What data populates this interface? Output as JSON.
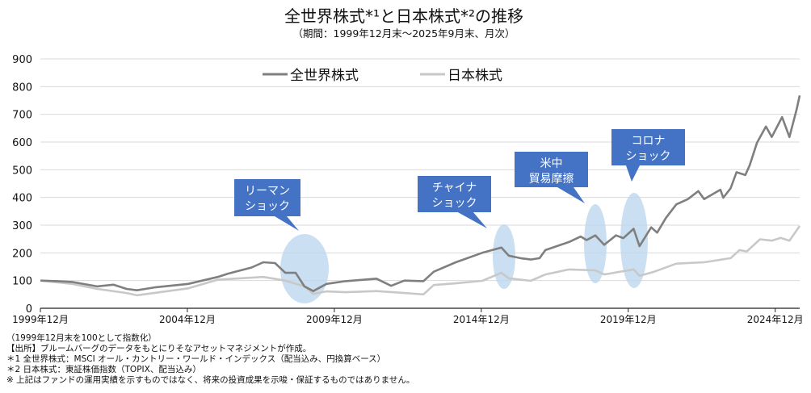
{
  "chart_data": {
    "type": "line",
    "title": "全世界株式*¹と日本株式*²の推移",
    "subtitle": "（期間：1999年12月末～2025年9月末、月次）",
    "xlabel": "",
    "ylabel": "",
    "ylim": [
      0,
      900
    ],
    "yticks": [
      "0",
      "100",
      "200",
      "300",
      "400",
      "500",
      "600",
      "700",
      "800",
      "900"
    ],
    "xticks": [
      {
        "t": 1999.917,
        "label": "1999年12月"
      },
      {
        "t": 2004.917,
        "label": "2004年12月"
      },
      {
        "t": 2009.917,
        "label": "2009年12月"
      },
      {
        "t": 2014.917,
        "label": "2014年12月"
      },
      {
        "t": 2019.917,
        "label": "2019年12月"
      },
      {
        "t": 2024.917,
        "label": "2024年12月"
      }
    ],
    "xlim": [
      1999.917,
      2025.75
    ],
    "grid": true,
    "legend_position": "top-center",
    "series": [
      {
        "name": "全世界株式",
        "color": "#7f7f7f",
        "x": [
          1999.92,
          2000.5,
          2001.0,
          2001.85,
          2002.4,
          2002.85,
          2003.2,
          2003.85,
          2004.95,
          2005.95,
          2006.3,
          2007.1,
          2007.5,
          2007.9,
          2008.25,
          2008.6,
          2008.9,
          2009.2,
          2009.65,
          2010.3,
          2011.35,
          2011.85,
          2012.3,
          2012.95,
          2013.3,
          2014.05,
          2014.95,
          2015.6,
          2015.85,
          2016.25,
          2016.6,
          2016.9,
          2017.1,
          2017.9,
          2018.3,
          2018.5,
          2018.8,
          2019.1,
          2019.5,
          2019.75,
          2020.1,
          2020.3,
          2020.7,
          2020.9,
          2021.2,
          2021.55,
          2021.95,
          2022.3,
          2022.5,
          2023.05,
          2023.15,
          2023.4,
          2023.6,
          2023.9,
          2024.05,
          2024.3,
          2024.6,
          2024.8,
          2025.15,
          2025.4,
          2025.65,
          2025.75
        ],
        "values": [
          100,
          98,
          95,
          79,
          85,
          70,
          65,
          76,
          88,
          113,
          125,
          147,
          166,
          163,
          128,
          128,
          79,
          62,
          88,
          98,
          107,
          81,
          100,
          98,
          132,
          166,
          200,
          219,
          190,
          181,
          176,
          181,
          210,
          239,
          259,
          246,
          263,
          229,
          263,
          253,
          287,
          224,
          292,
          273,
          326,
          375,
          394,
          423,
          394,
          428,
          399,
          433,
          491,
          481,
          516,
          598,
          656,
          618,
          690,
          618,
          720,
          768
        ]
      },
      {
        "name": "日本株式",
        "color": "#c8c8c8",
        "x": [
          1999.92,
          2001.0,
          2001.85,
          2002.85,
          2003.2,
          2004.95,
          2005.95,
          2007.5,
          2008.25,
          2008.9,
          2009.2,
          2009.65,
          2010.3,
          2011.35,
          2012.3,
          2012.95,
          2013.3,
          2014.05,
          2014.95,
          2015.6,
          2015.85,
          2016.6,
          2017.1,
          2017.9,
          2018.8,
          2019.1,
          2020.1,
          2020.3,
          2020.8,
          2021.55,
          2022.5,
          2023.4,
          2023.7,
          2023.95,
          2024.4,
          2024.8,
          2025.1,
          2025.4,
          2025.75
        ],
        "values": [
          100,
          88,
          70,
          55,
          47,
          72,
          103,
          113,
          100,
          79,
          52,
          61,
          58,
          62,
          55,
          50,
          84,
          90,
          99,
          128,
          108,
          99,
          122,
          140,
          137,
          122,
          140,
          117,
          132,
          161,
          166,
          181,
          210,
          205,
          249,
          244,
          254,
          244,
          297
        ]
      }
    ],
    "annotations": [
      {
        "label_lines": [
          "リーマン",
          "ショック"
        ]
      },
      {
        "label_lines": [
          "チャイナ",
          "ショック"
        ]
      },
      {
        "label_lines": [
          "米中",
          "貿易摩擦"
        ]
      },
      {
        "label_lines": [
          "コロナ",
          "ショック"
        ]
      }
    ],
    "annotation_colors": {
      "box": "#4472C4",
      "ellipse": "#BDD7EE"
    }
  },
  "footnotes": [
    "（1999年12月末を100として指数化）",
    "【出所】ブルームバーグのデータをもとにりそなアセットマネジメントが作成。",
    "＊1 全世界株式：MSCI オール・カントリー・ワールド・インデックス（配当込み、円換算ベース）",
    "＊2 日本株式：東証株価指数（TOPIX、配当込み）",
    "※ 上記はファンドの運用実績を示すものではなく、将来の投資成果を示唆・保証するものではありません。"
  ]
}
